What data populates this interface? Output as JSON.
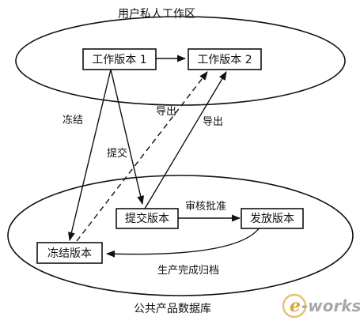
{
  "diagram": {
    "zones": {
      "private": {
        "label": "用户私人工作区"
      },
      "public": {
        "label": "公共产品数据库"
      }
    },
    "boxes": {
      "work_v1": {
        "label": "工作版本 1"
      },
      "work_v2": {
        "label": "工作版本 2"
      },
      "submitted": {
        "label": "提交版本"
      },
      "released": {
        "label": "发放版本"
      },
      "frozen": {
        "label": "冻结版本"
      }
    },
    "edges": {
      "freeze": {
        "label": "冻结"
      },
      "submit": {
        "label": "提交"
      },
      "export_dashed": {
        "label": "导出"
      },
      "export_solid": {
        "label": "导出"
      },
      "approve": {
        "label": "审核批准"
      },
      "archive": {
        "label": "生产完成归档"
      }
    }
  },
  "watermark": {
    "prefix": "e",
    "suffix": "-works",
    "colors": {
      "prefix": "#d9a441",
      "suffix": "#a8a8a8"
    }
  }
}
